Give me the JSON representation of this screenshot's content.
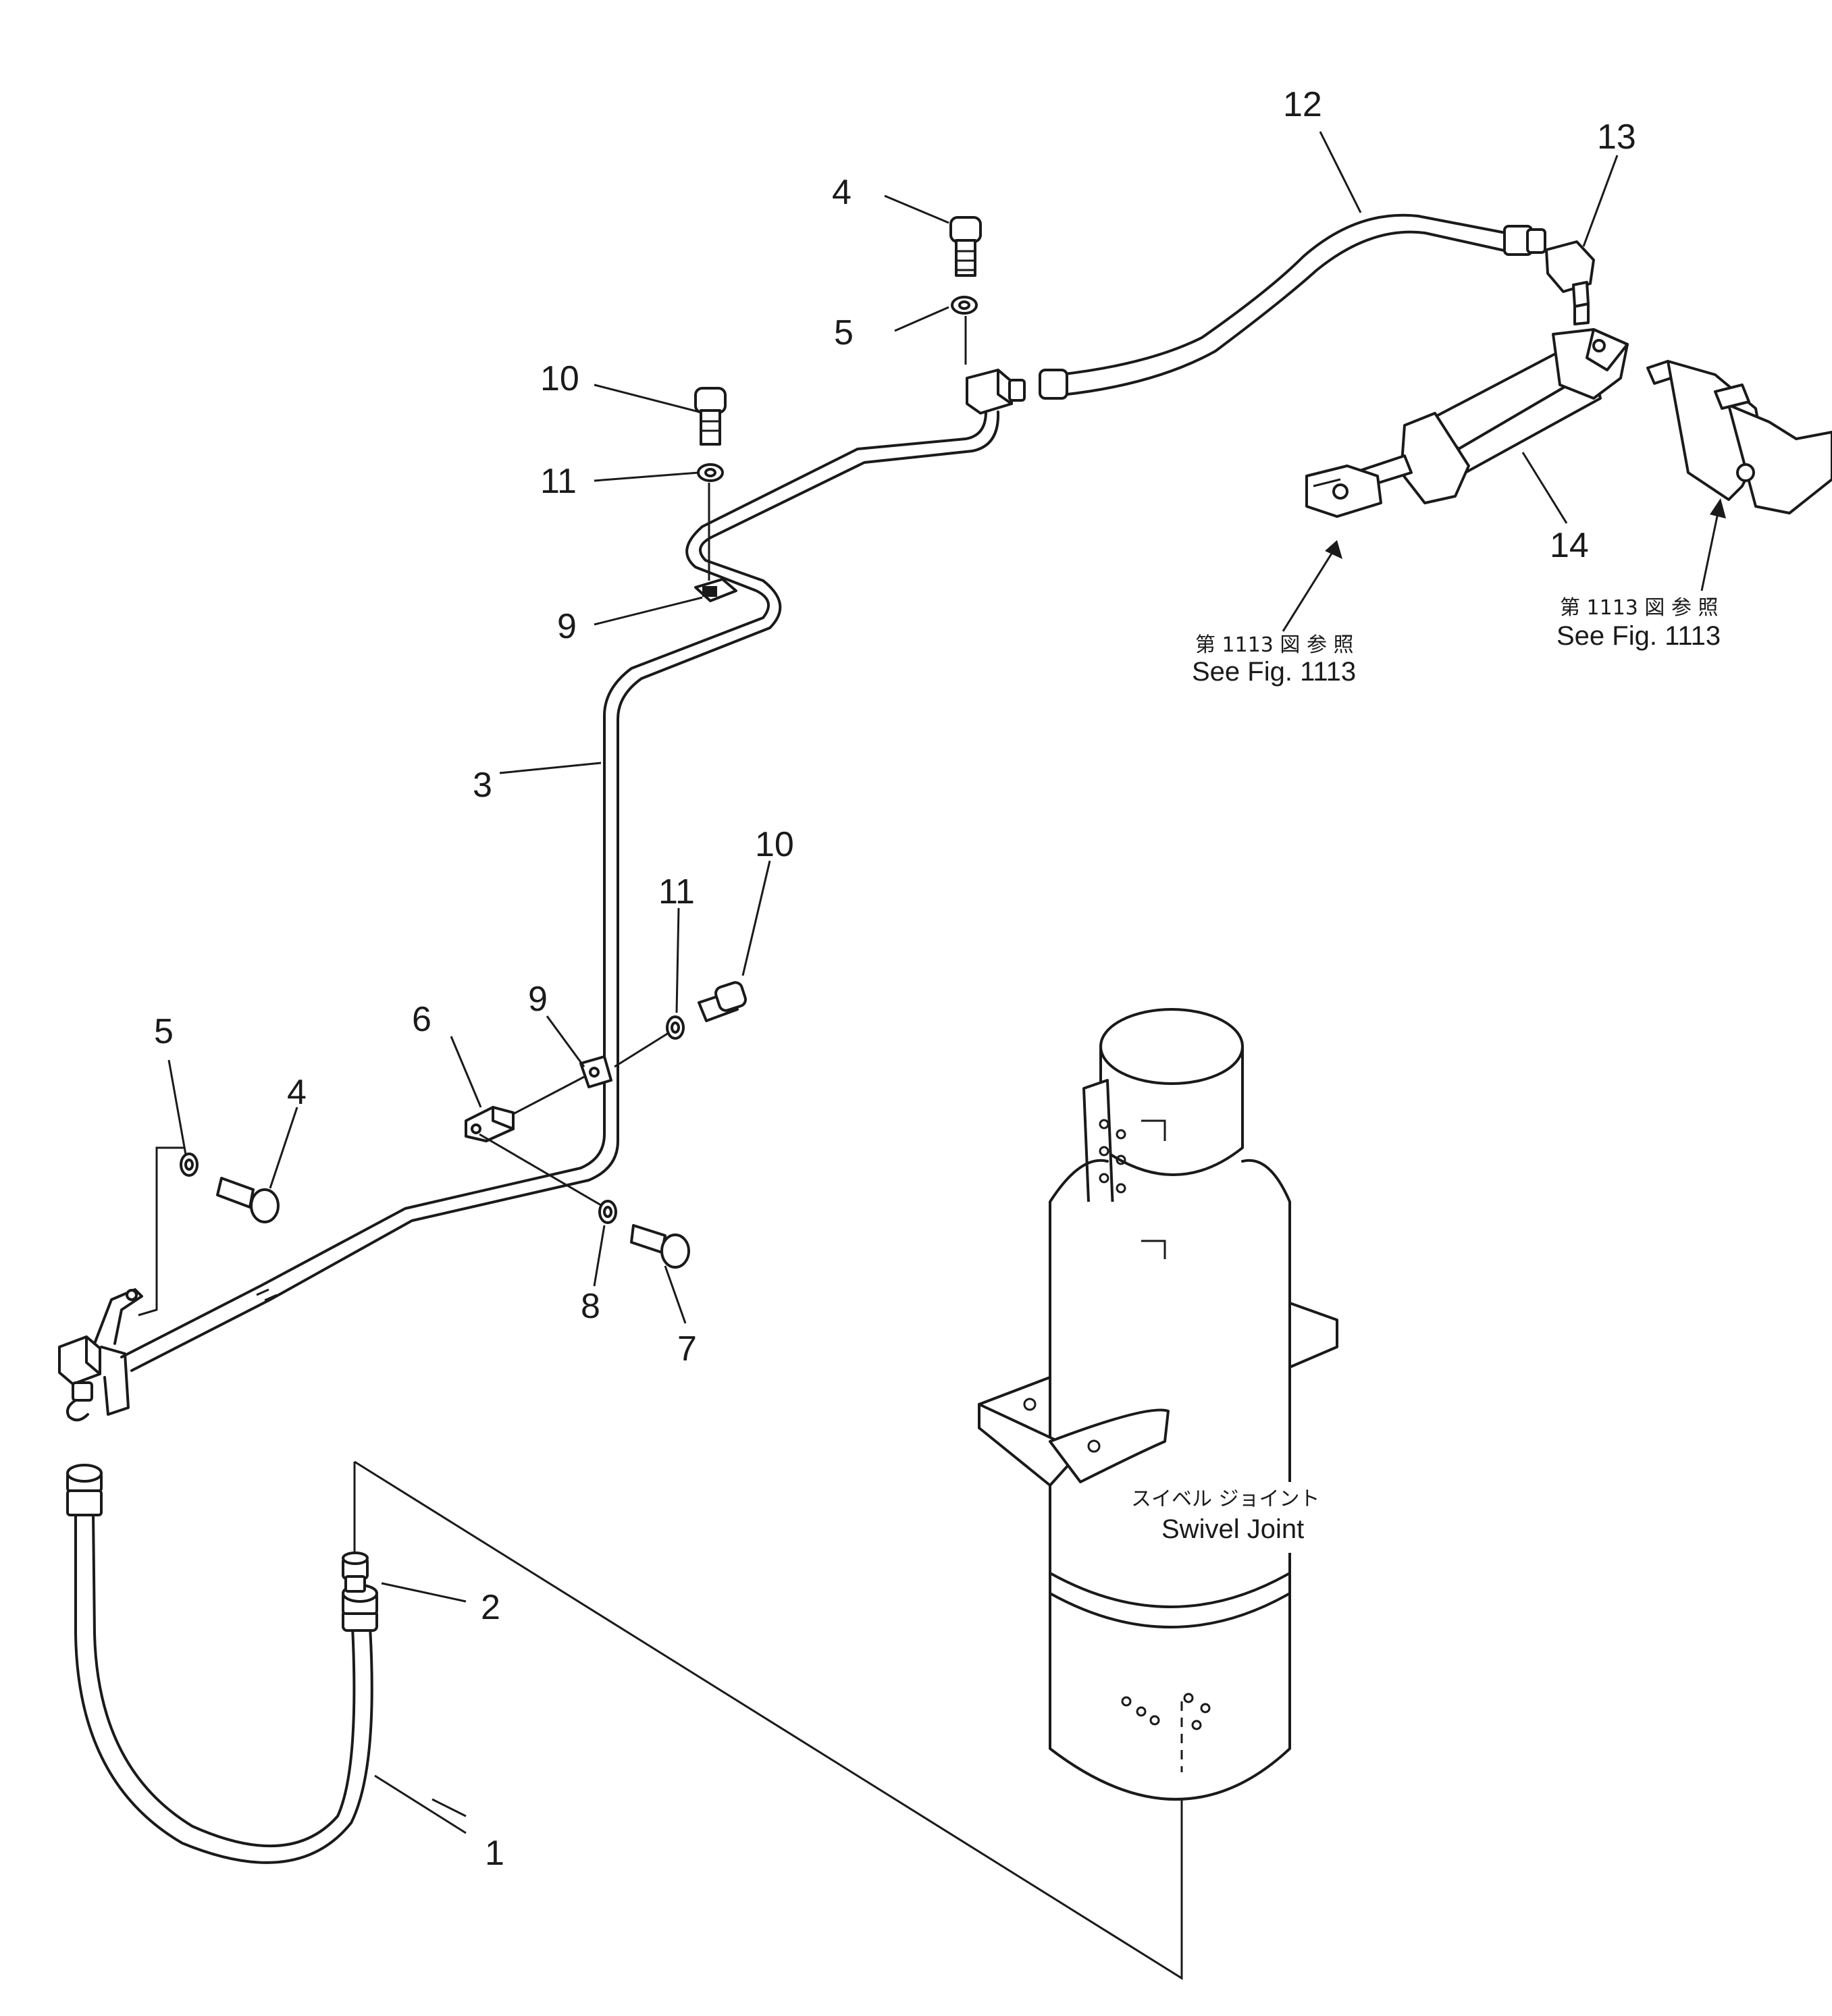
{
  "callouts": {
    "c1": "1",
    "c2": "2",
    "c3": "3",
    "c4_top": "4",
    "c4_left": "4",
    "c5_top": "5",
    "c5_left": "5",
    "c6": "6",
    "c7": "7",
    "c8": "8",
    "c9_top": "9",
    "c9_mid": "9",
    "c10_top": "10",
    "c10_mid": "10",
    "c11_top": "11",
    "c11_mid": "11",
    "c12": "12",
    "c13": "13",
    "c14": "14"
  },
  "references": {
    "left_jp": "第 1113 図 参 照",
    "left_en": "See Fig. 1113",
    "right_jp": "第 1113 図 参 照",
    "right_en": "See Fig. 1113"
  },
  "swivel_joint": {
    "label_jp": "スイベル ジョイント",
    "label_en": "Swivel Joint"
  }
}
